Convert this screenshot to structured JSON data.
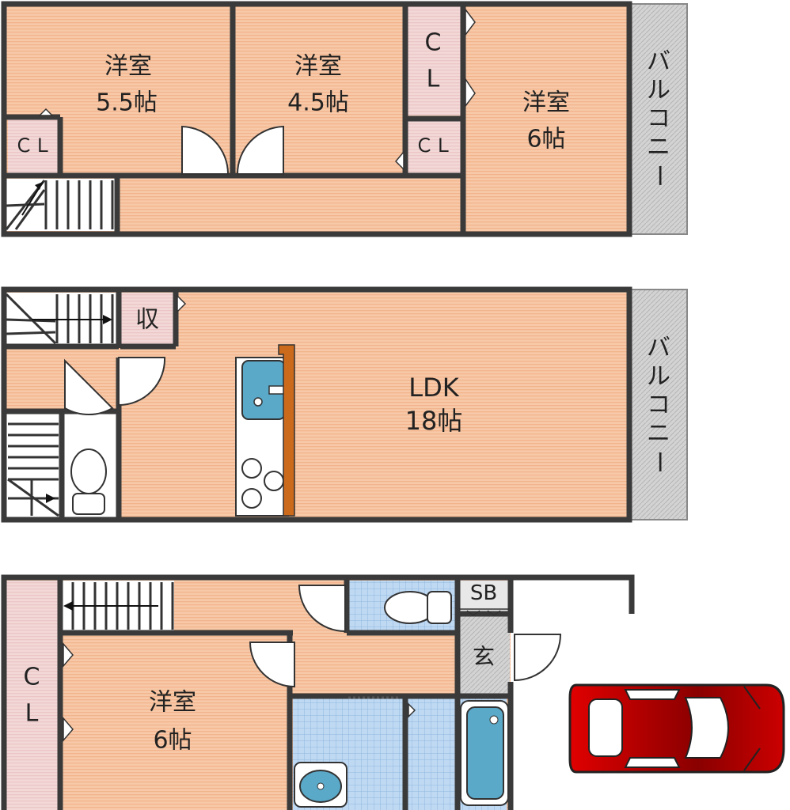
{
  "floor3": {
    "room_west": {
      "name": "洋室",
      "size": "5.5帖"
    },
    "room_mid": {
      "name": "洋室",
      "size": "4.5帖"
    },
    "room_east": {
      "name": "洋室",
      "size": "6帖"
    },
    "closet_west": "ＣＬ",
    "closet_mid": "ＣＬ",
    "closet_top_c": "C",
    "closet_top_l": "L",
    "balcony": [
      "バ",
      "ル",
      "コ",
      "ニ",
      "ー"
    ]
  },
  "floor2": {
    "ldk": {
      "name": "LDK",
      "size": "18帖"
    },
    "storage": "収",
    "balcony": [
      "バ",
      "ル",
      "コ",
      "ニ",
      "ー"
    ]
  },
  "floor1": {
    "room": {
      "name": "洋室",
      "size": "6帖"
    },
    "closet_c": "C",
    "closet_l": "L",
    "shoe_box": "SB",
    "entrance": "玄"
  },
  "colors": {
    "room_fill": "#f6c8a6",
    "closet_fill": "#f2d6d6",
    "balcony_fill": "#cfcfcf",
    "wet_fill": "#bcd8f2",
    "wall": "#3c3c3c",
    "car": "#cc0000",
    "counter": "#cc6a1c",
    "fixture": "#5aa9c9"
  }
}
